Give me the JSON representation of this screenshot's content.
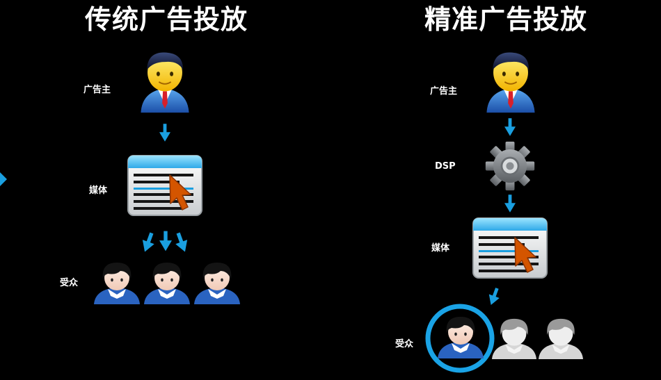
{
  "traditional": {
    "title": "传统广告投放",
    "advertiser_label": "广告主",
    "media_label": "媒体",
    "audience_label": "受众"
  },
  "precision": {
    "title": "精准广告投放",
    "advertiser_label": "广告主",
    "dsp_label": "DSP",
    "media_label": "媒体",
    "audience_label": "受众"
  },
  "colors": {
    "background": "#000000",
    "arrow": "#1a9fe0",
    "highlight_ring": "#1aa3e6",
    "text": "#ffffff"
  }
}
